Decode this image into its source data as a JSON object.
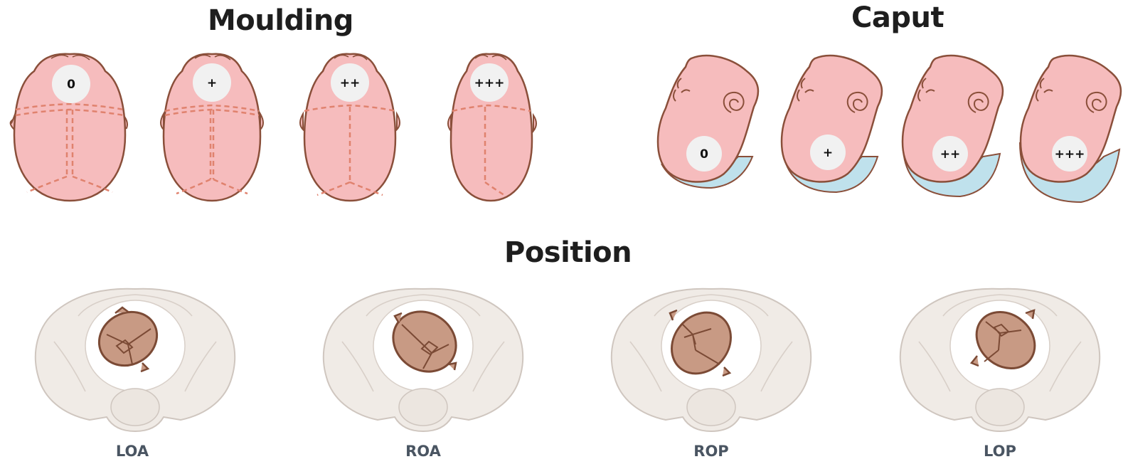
{
  "sections": {
    "moulding": {
      "title": "Moulding",
      "grades": [
        "0",
        "+",
        "++",
        "+++"
      ]
    },
    "caput": {
      "title": "Caput",
      "grades": [
        "0",
        "+",
        "++",
        "+++"
      ]
    },
    "position": {
      "title": "Position",
      "labels": [
        "LOA",
        "ROA",
        "ROP",
        "LOP"
      ]
    }
  },
  "colors": {
    "head_fill": "#f6bcbd",
    "head_stroke": "#8a4f3a",
    "suture": "#e0826e",
    "caput_swelling": "#bfe1ec",
    "badge": "#f1f1f1",
    "pelvis": "#f0ebe6",
    "pelvis_stroke": "#cfc6bf",
    "fetal_head": "#c89a84",
    "fetal_head_stroke": "#7b4a35",
    "label_text": "#4a5562"
  }
}
